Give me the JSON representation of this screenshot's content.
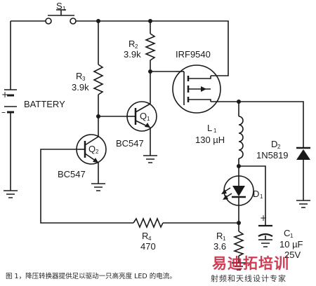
{
  "labels": {
    "s1": "S",
    "s1_sub": "1",
    "battery": "BATTERY",
    "r2": "R",
    "r2_sub": "2",
    "r2_val": "3.9k",
    "r3": "R",
    "r3_sub": "3",
    "r3_val": "3.9k",
    "mosfet": "IRF9540",
    "q1": "Q",
    "q1_sub": "1",
    "q1_type": "BC547",
    "q2": "Q",
    "q2_sub": "2",
    "q2_type": "BC547",
    "l1": "L",
    "l1_sub": "1",
    "l1_val": "130 µH",
    "d2": "D",
    "d2_sub": "2",
    "d2_type": "1N5819",
    "d1": "D",
    "d1_sub": "1",
    "r4": "R",
    "r4_sub": "4",
    "r4_val": "470",
    "r1": "R",
    "r1_sub": "1",
    "r1_val": "3.6",
    "c1": "C",
    "c1_sub": "1",
    "c1_val": "10 µF",
    "c1_volt": "25V",
    "plus": "+",
    "minus": "–"
  },
  "caption": "图 1，降压转换器提供足以驱动一只高亮度 LED 的电流。",
  "watermark": {
    "main": "易迪拓培训",
    "sub": "射频和天线设计专家"
  }
}
